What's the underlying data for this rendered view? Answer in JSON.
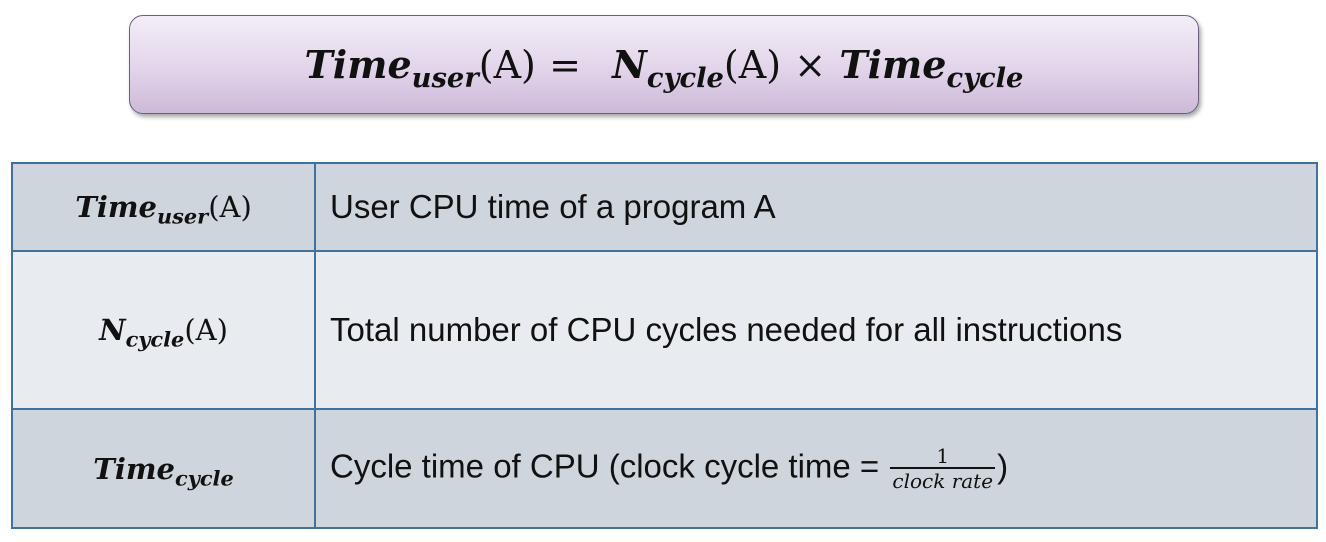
{
  "formula": {
    "lhs_main": "Time",
    "lhs_sub": "user",
    "lhs_arg": "(A)",
    "equals": "=",
    "n_main": "N",
    "n_sub": "cycle",
    "n_arg": "(A)",
    "times": "×",
    "rhs_main": "Time",
    "rhs_sub": "cycle"
  },
  "table": {
    "rows": [
      {
        "sym_main": "Time",
        "sym_sub": "user",
        "sym_arg": "(A)",
        "description": "User CPU time of a program A"
      },
      {
        "sym_main": "N",
        "sym_sub": "cycle",
        "sym_arg": "(A)",
        "description": "Total number of CPU cycles needed for all instructions"
      },
      {
        "sym_main": "Time",
        "sym_sub": "cycle",
        "description_prefix": "Cycle time of CPU (clock cycle time = ",
        "frac_numerator": "1",
        "frac_denominator": "clock rate",
        "description_suffix": ")"
      }
    ]
  }
}
